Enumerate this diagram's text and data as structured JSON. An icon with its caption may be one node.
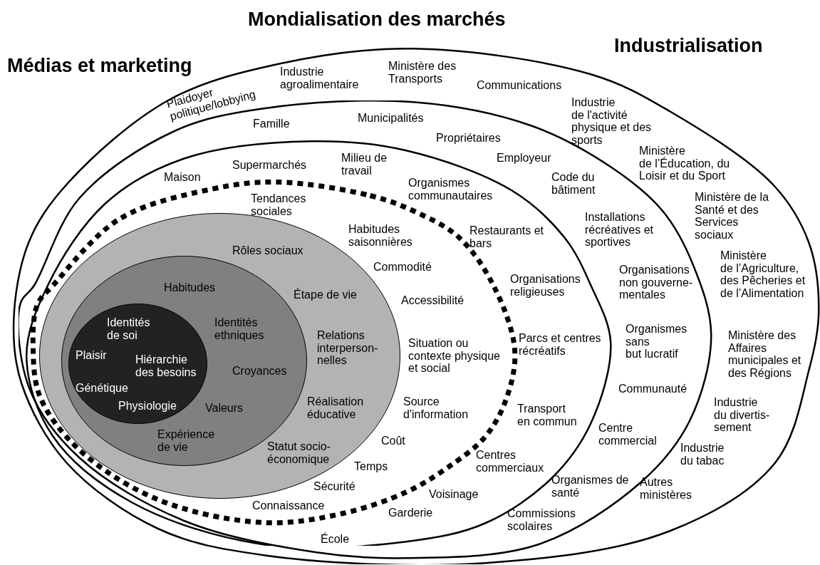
{
  "diagram": {
    "nodes": [
      {
        "text": [
          "Plaidoyer politique/lobbying",
          "Industrie agroalimentaire",
          "Ministère des Transports",
          "Communications",
          "Industrie de l'activité physique et des sports",
          "Ministère de l’Éducation, du Loisir et du Sport",
          "Ministère de la Santé et des Services sociaux",
          "Ministère de l’Agriculture, des Pêcheries et de l’Alimentation",
          "Ministère des Affaires municipales et des Régions",
          "Industrie du divertis- sement",
          "Industrie du tabac",
          "Autres ministères"
        ]
      },
      {
        "text": [
          "Famille",
          "Municipalités",
          "Propriétaires",
          "Employeur",
          "Code du bâtiment",
          "Installations récréatives et sportives",
          "Organisations non gouverne- mentales",
          "Organismes sans but lucratif",
          "Communauté",
          "Centre commercial",
          "Organismes de santé",
          "Commissions scolaires"
        ],
        "in": 0
      },
      {
        "text": [
          "Maison",
          "Supermarchés",
          "Milieu de travail",
          "Organismes communautaires",
          "Restaurants et bars",
          "Organisations religieuses",
          "Parcs et centres récréatifs",
          "Transport en commun",
          "Centres commerciaux",
          "Voisinage",
          "Garderie",
          "École"
        ],
        "in": 1
      },
      {
        "text": [
          "Tendances sociales",
          "Habitudes saisonnières",
          "Commodité",
          "Accessibilité",
          "Situation ou contexte physique et social",
          "Source d'information",
          "Coût",
          "Temps",
          "Sécurité",
          "Connaissance"
        ],
        "in": 2
      },
      {
        "text": [
          "Rôles sociaux",
          "Étape de vie",
          "Relations interperson- nelles",
          "Réalisation éducative",
          "Statut socio- économique"
        ],
        "in": 3
      },
      {
        "text": [
          "Habitudes",
          "Identités ethniques",
          "Croyances",
          "Valeurs",
          "Expérience de vie"
        ],
        "in": 4
      },
      {
        "text": [
          "Identités de soi",
          "Plaisir",
          "Hiérarchie des besoins",
          "Génétique",
          "Physiologie"
        ],
        "in": 5
      }
    ],
    "labels": [
      "Mondialisation des marchés",
      "Industrialisation",
      "Médias et marketing"
    ]
  }
}
